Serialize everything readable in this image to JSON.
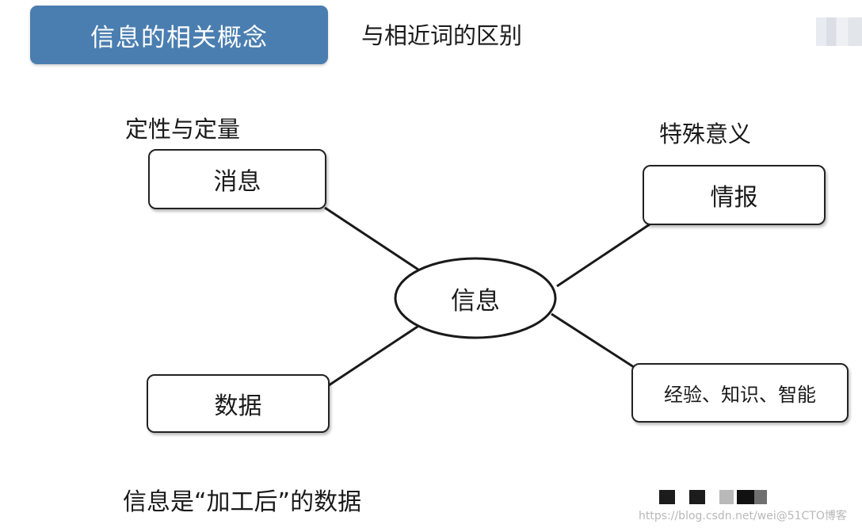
{
  "header": {
    "tab_title": "信息的相关概念",
    "subtitle": "与相近词的区别"
  },
  "labels": {
    "top_left": "定性与定量",
    "top_right": "特殊意义"
  },
  "nodes": {
    "center": "信息",
    "top_left": "消息",
    "bottom_left": "数据",
    "top_right": "情报",
    "bottom_right": "经验、知识、智能"
  },
  "footer": {
    "statement": "信息是“加工后”的数据",
    "watermark": "https://blog.csdn.net/wei@51CTO博客"
  },
  "colors": {
    "tab_background": "#4a7eb0",
    "tab_text": "#ffffff",
    "lines": "#1a1a1a"
  }
}
